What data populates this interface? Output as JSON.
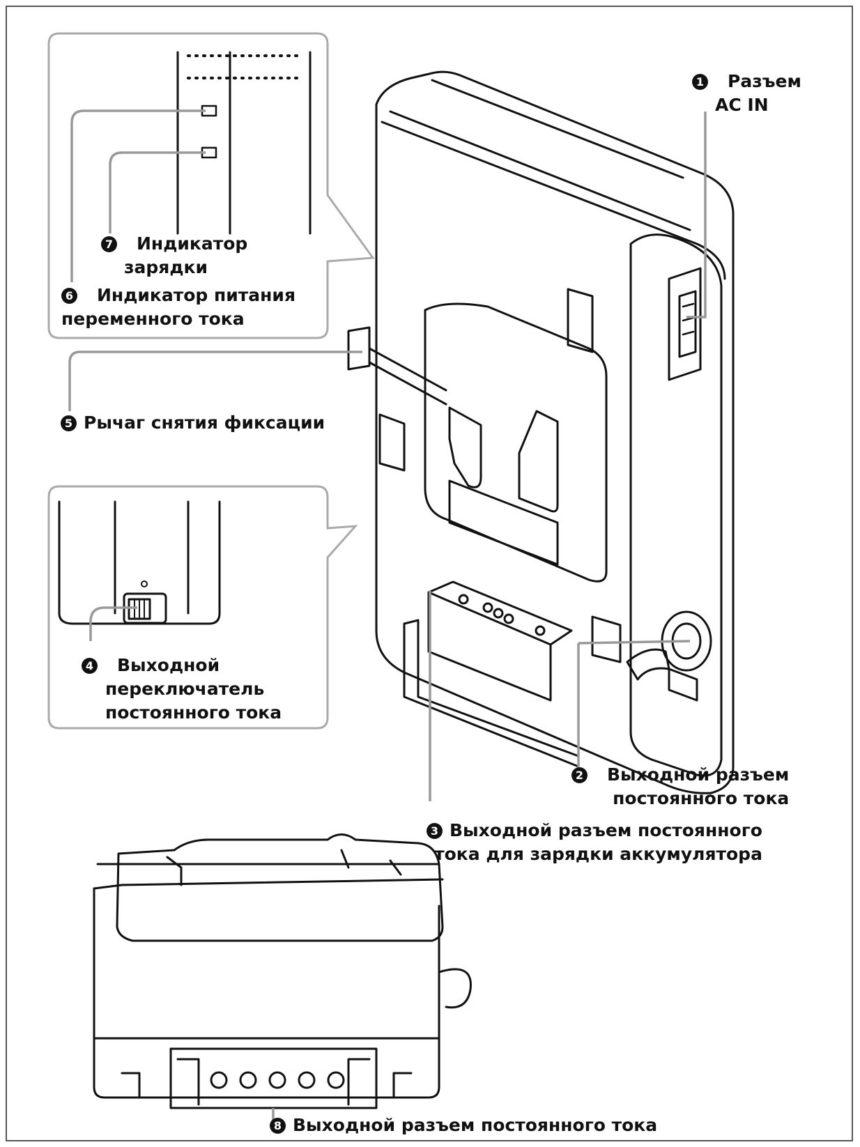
{
  "callouts": [
    {
      "num": "1",
      "line1": "Разъем",
      "line2": "AC IN"
    },
    {
      "num": "2",
      "line1": "Выходной разъем",
      "line2": "постоянного тока"
    },
    {
      "num": "3",
      "line1": "Выходной разъем постоянного",
      "line2": "тока для зарядки аккумулятора"
    },
    {
      "num": "4",
      "line1": "Выходной",
      "line2": "переключатель",
      "line3": "постоянного тока"
    },
    {
      "num": "5",
      "line1": "Рычаг снятия фиксации"
    },
    {
      "num": "6",
      "line1": "Индикатор питания",
      "line2": "переменного тока"
    },
    {
      "num": "7",
      "line1": "Индикатор",
      "line2": "зарядки"
    },
    {
      "num": "8",
      "line1": "Выходной разъем постоянного тока"
    }
  ],
  "colors": {
    "line": "#111111",
    "leader": "#999999",
    "inset_border": "#aaaaaa",
    "frame": "#555555"
  }
}
